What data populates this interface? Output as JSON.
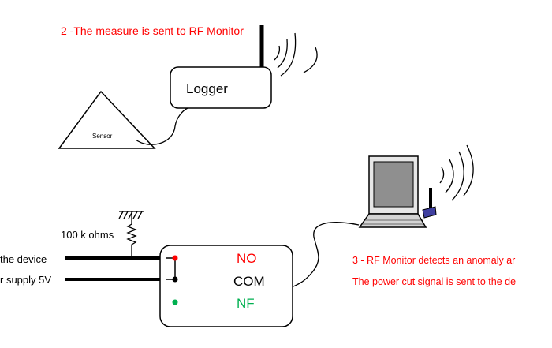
{
  "labels": {
    "step2": "2 -The measure is sent to RF Monitor",
    "logger": "Logger",
    "sensor": "Sensor",
    "resistor": "100 k ohms",
    "cut_device": "the device",
    "supply": "r supply 5V",
    "step3_line1": "3 -  RF Monitor detects an anomaly ar",
    "step3_line2": "The power cut signal is sent to the de",
    "no": "NO",
    "com": "COM",
    "nf": "NF"
  },
  "colors": {
    "accent_red": "#ff0000",
    "accent_green": "#00b050",
    "line": "#000000",
    "screen": "#8f8f8f",
    "laptop_body": "#d4d4d4",
    "antenna_usb": "#3f3f9f"
  }
}
